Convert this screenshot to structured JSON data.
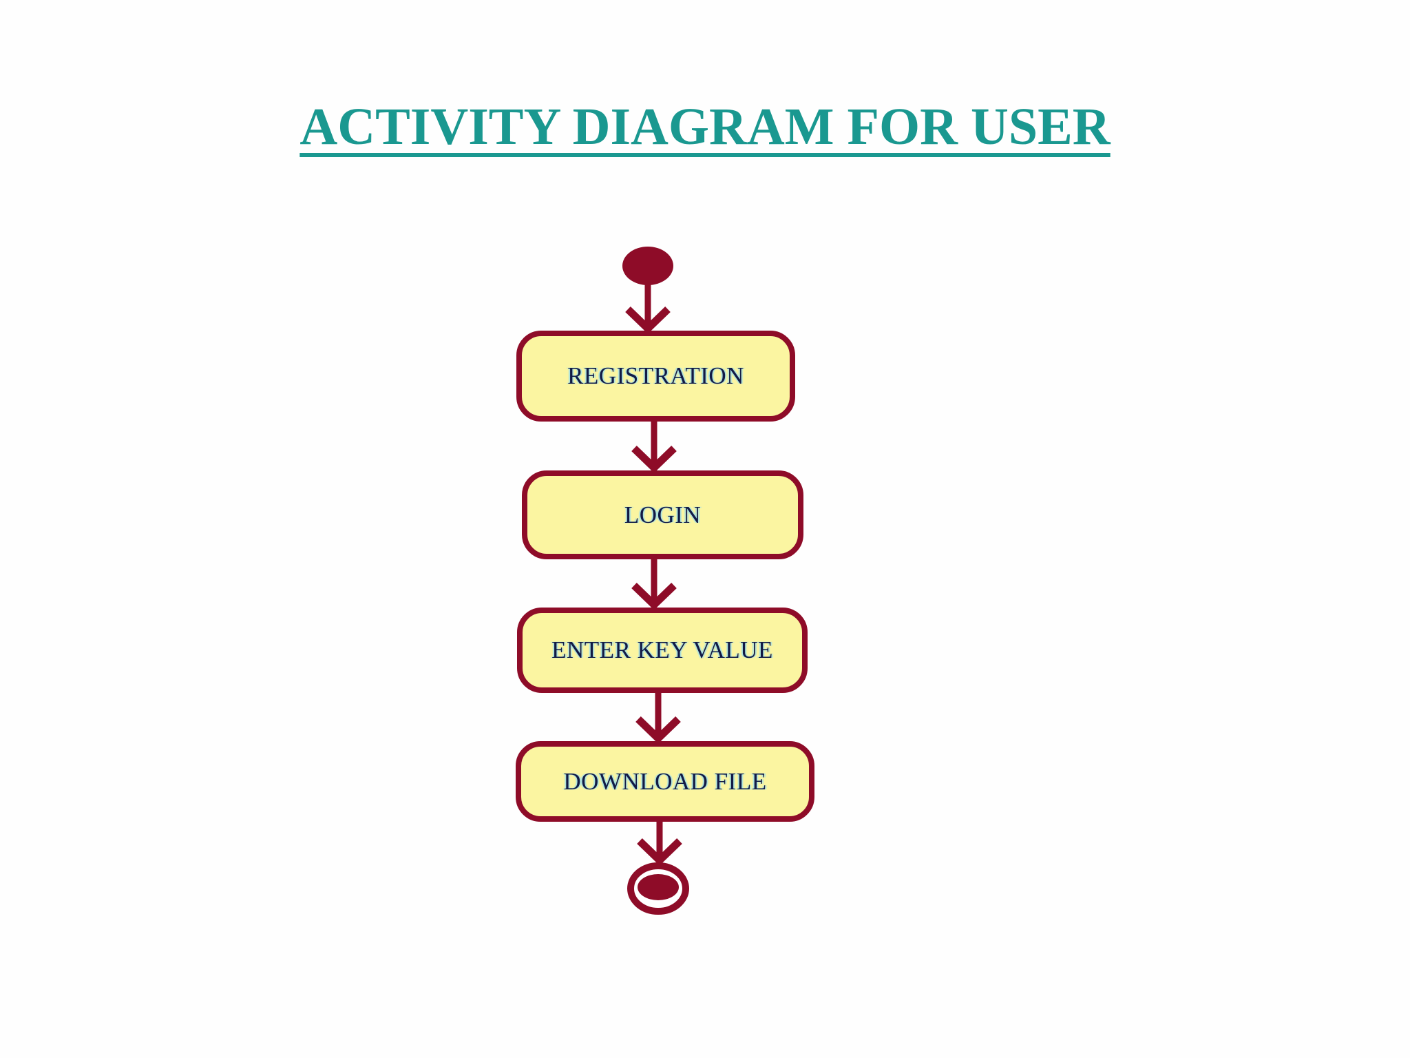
{
  "title": {
    "text": "ACTIVITY DIAGRAM FOR USER",
    "color": "#1a9890",
    "underlined": true
  },
  "diagram": {
    "type": "uml-activity-diagram",
    "nodes": [
      {
        "id": "start",
        "type": "initial-node",
        "label": ""
      },
      {
        "id": "registration",
        "type": "activity",
        "label": "REGISTRATION"
      },
      {
        "id": "login",
        "type": "activity",
        "label": "LOGIN"
      },
      {
        "id": "enter-key-value",
        "type": "activity",
        "label": "ENTER KEY VALUE"
      },
      {
        "id": "download-file",
        "type": "activity",
        "label": "DOWNLOAD FILE"
      },
      {
        "id": "end",
        "type": "final-node",
        "label": ""
      }
    ],
    "edges": [
      {
        "from": "start",
        "to": "registration"
      },
      {
        "from": "registration",
        "to": "login"
      },
      {
        "from": "login",
        "to": "enter-key-value"
      },
      {
        "from": "enter-key-value",
        "to": "download-file"
      },
      {
        "from": "download-file",
        "to": "end"
      }
    ],
    "colors": {
      "node_border": "#8e0c28",
      "node_fill": "#fbf5a1",
      "node_text": "#121a45",
      "arrow": "#8e0c28",
      "background": "#fefefe"
    }
  }
}
